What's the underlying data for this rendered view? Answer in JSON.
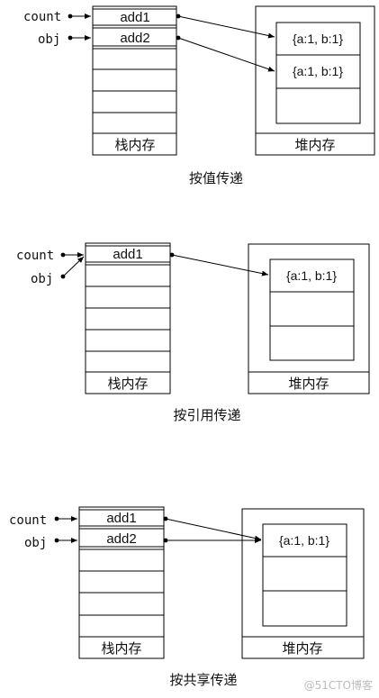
{
  "watermark": "@51CTO博客",
  "panels": [
    {
      "id": "by-value",
      "caption": "按值传递",
      "stack_label": "栈内存",
      "heap_label": "堆内存",
      "vars": [
        "count",
        "obj"
      ],
      "stack_cells": [
        "add1",
        "add2"
      ],
      "heap_cells": [
        "{a:1, b:1}",
        "{a:1, b:1}"
      ]
    },
    {
      "id": "by-reference",
      "caption": "按引用传递",
      "stack_label": "栈内存",
      "heap_label": "堆内存",
      "vars": [
        "count",
        "obj"
      ],
      "stack_cells": [
        "add1"
      ],
      "heap_cells": [
        "{a:1, b:1}"
      ]
    },
    {
      "id": "by-sharing",
      "caption": "按共享传递",
      "stack_label": "栈内存",
      "heap_label": "堆内存",
      "vars": [
        "count",
        "obj"
      ],
      "stack_cells": [
        "add1",
        "add2"
      ],
      "heap_cells": [
        "{a:1, b:1}"
      ]
    }
  ]
}
